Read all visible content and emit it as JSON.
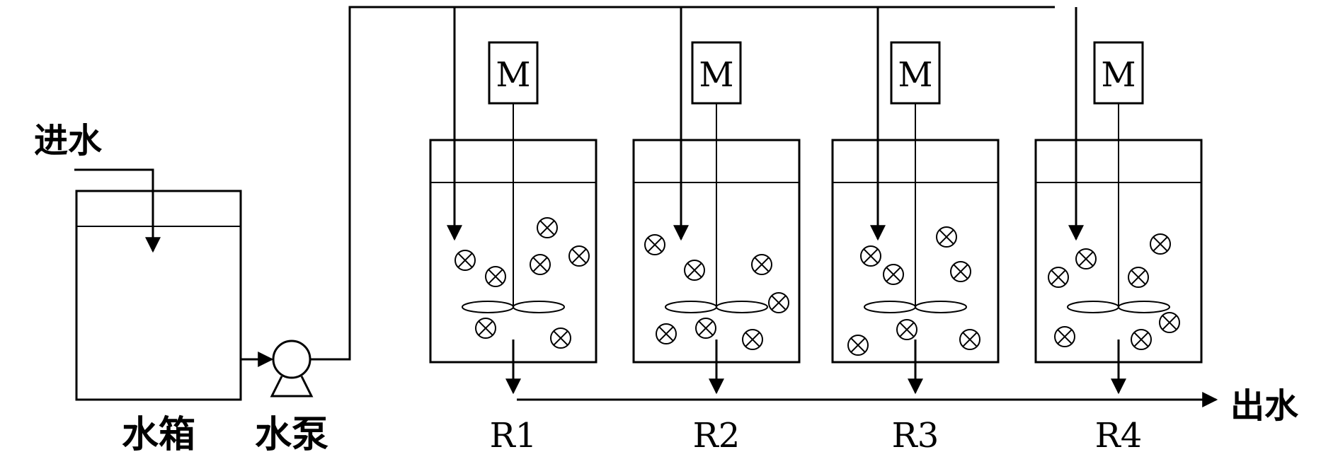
{
  "labels": {
    "inlet": "进水",
    "outlet": "出水",
    "tank": "水箱",
    "pump": "水泵"
  },
  "reactors": [
    {
      "name": "R1",
      "motor": "M"
    },
    {
      "name": "R2",
      "motor": "M"
    },
    {
      "name": "R3",
      "motor": "M"
    },
    {
      "name": "R4",
      "motor": "M"
    }
  ]
}
